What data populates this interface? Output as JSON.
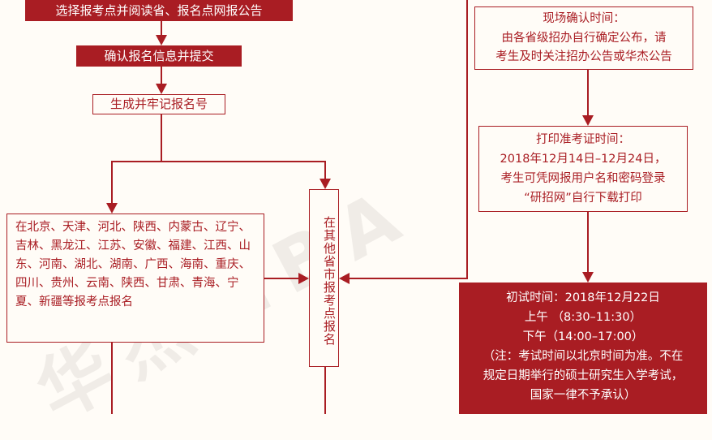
{
  "watermark": "华杰MBA",
  "step1": "选择报考点并阅读省、报名点网报公告",
  "step2": "确认报名信息并提交",
  "step3": "生成并牢记报名号",
  "branch_local": "在北京、天津、河北、陕西、内蒙古、辽宁、吉林、黑龙江、江苏、安徽、福建、江西、山东、河南、湖北、湖南、广西、海南、重庆、四川、贵州、云南、陕西、甘肃、青海、宁夏、新疆等报考点报名",
  "branch_other": "在其他省市报考点报名",
  "confirm": [
    "现场确认时间：",
    "由各省级招办自行确定公布，请",
    "考生及时关注招办公告或华杰公告"
  ],
  "print": [
    "打印准考证时间：",
    "2018年12月14日–12月24日，",
    "考生可凭网报用户名和密码登录",
    "“研招网”自行下载打印"
  ],
  "exam": [
    "初试时间：2018年12月22日",
    "上午 （8:30–11:30）",
    "下午（14:00–17:00）",
    "（注：考试时间以北京时间为准。不在",
    "规定日期举行的硕士研究生入学考试，",
    "国家一律不予承认）"
  ]
}
